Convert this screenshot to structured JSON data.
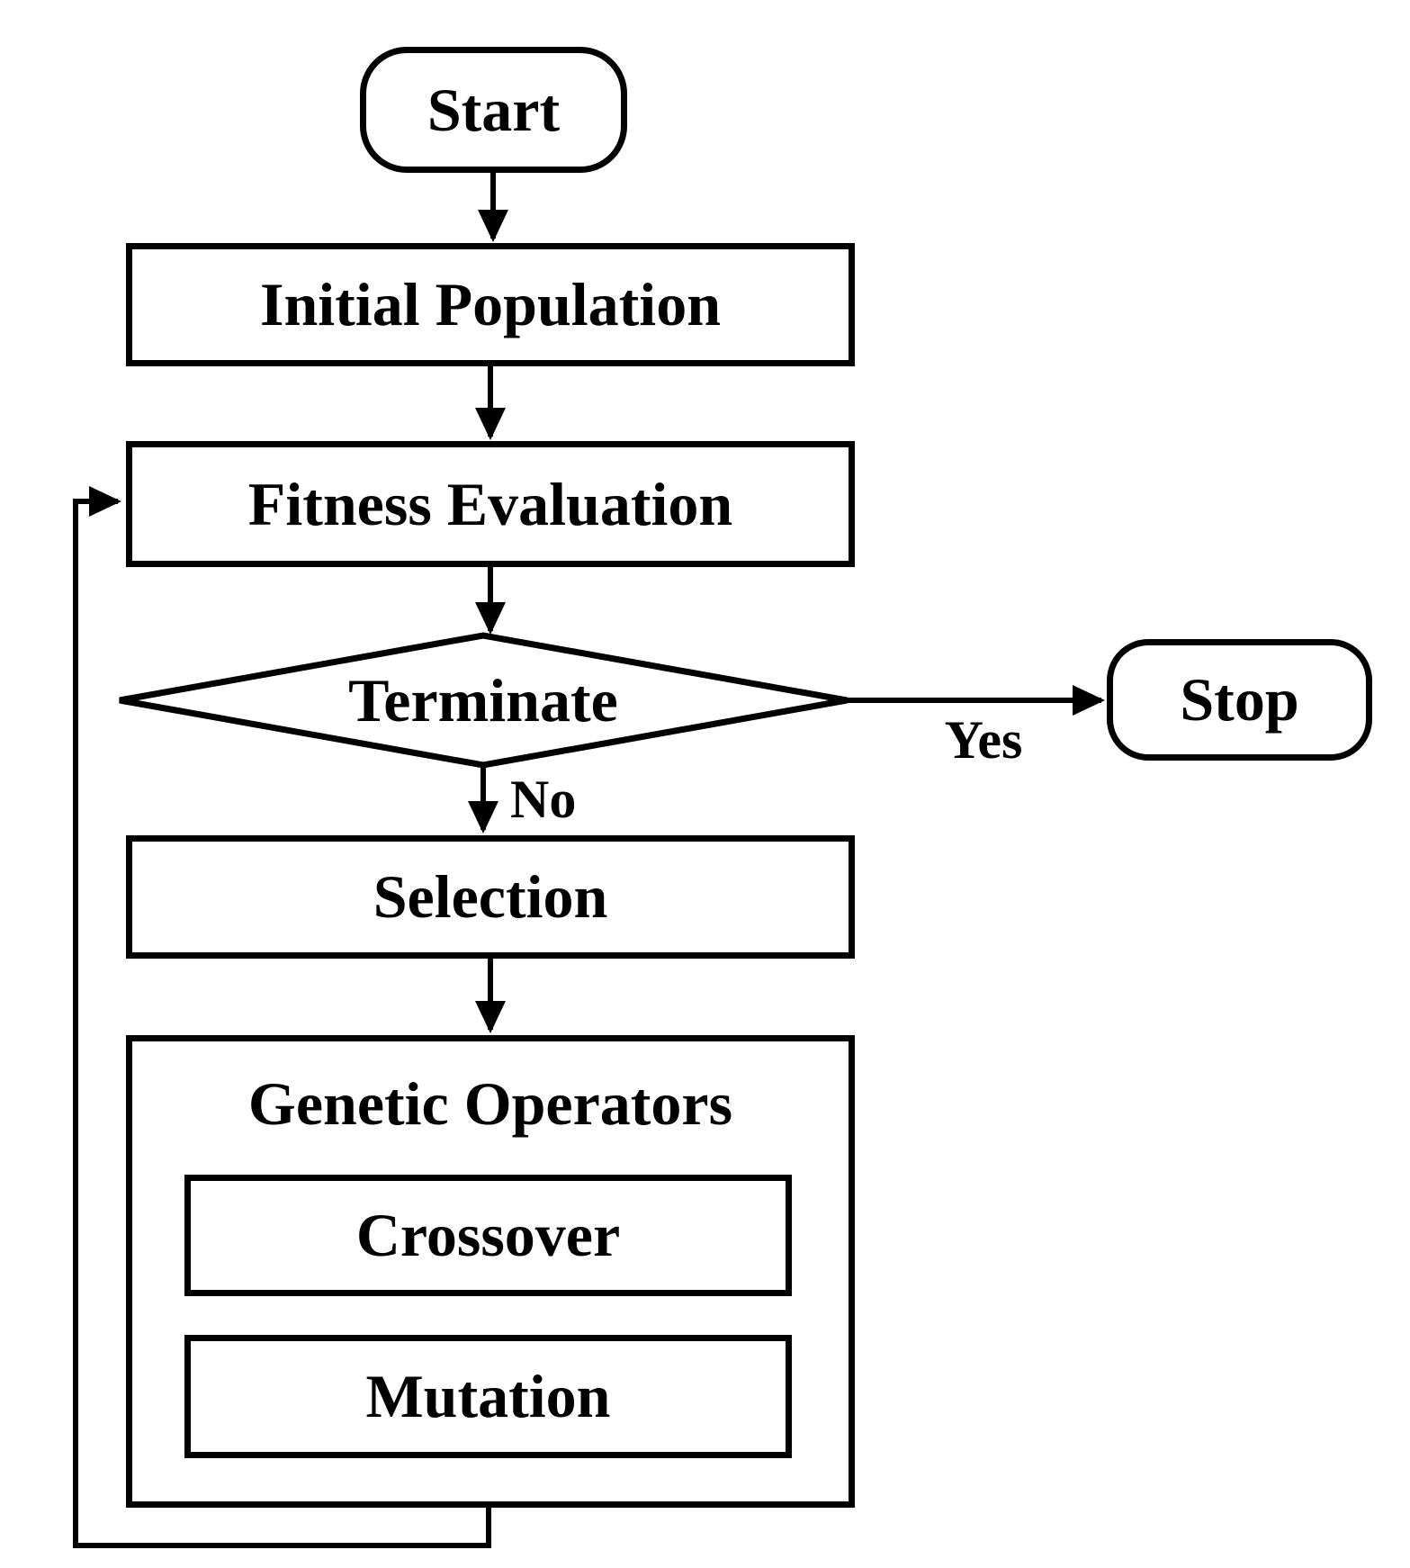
{
  "flowchart": {
    "nodes": {
      "start": {
        "label": "Start",
        "shape": "terminator"
      },
      "initial_population": {
        "label": "Initial Population",
        "shape": "process"
      },
      "fitness_evaluation": {
        "label": "Fitness Evaluation",
        "shape": "process"
      },
      "terminate": {
        "label": "Terminate",
        "shape": "decision"
      },
      "stop": {
        "label": "Stop",
        "shape": "terminator"
      },
      "selection": {
        "label": "Selection",
        "shape": "process"
      },
      "genetic_operators": {
        "label": "Genetic Operators",
        "shape": "group"
      },
      "crossover": {
        "label": "Crossover",
        "shape": "process"
      },
      "mutation": {
        "label": "Mutation",
        "shape": "process"
      }
    },
    "edges": [
      {
        "from": "start",
        "to": "initial_population",
        "label": ""
      },
      {
        "from": "initial_population",
        "to": "fitness_evaluation",
        "label": ""
      },
      {
        "from": "fitness_evaluation",
        "to": "terminate",
        "label": ""
      },
      {
        "from": "terminate",
        "to": "stop",
        "label": "Yes"
      },
      {
        "from": "terminate",
        "to": "selection",
        "label": "No"
      },
      {
        "from": "selection",
        "to": "genetic_operators",
        "label": ""
      },
      {
        "from": "crossover",
        "to": "mutation",
        "label": ""
      },
      {
        "from": "genetic_operators",
        "to": "fitness_evaluation",
        "label": ""
      }
    ],
    "edge_labels": {
      "yes": "Yes",
      "no": "No"
    },
    "colors": {
      "stroke": "#000000",
      "background": "#ffffff",
      "text": "#000000"
    }
  }
}
